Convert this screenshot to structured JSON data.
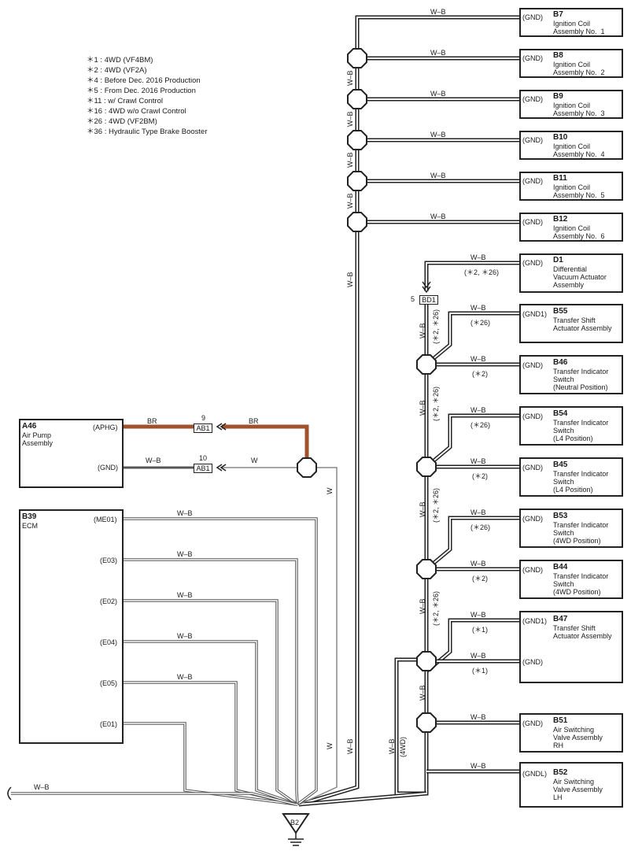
{
  "notes": [
    "＊1 : 4WD (VF4BM)",
    "＊2 : 4WD (VF2A)",
    "＊4 : Before Dec.  2016 Production",
    "＊5 : From Dec.  2016 Production",
    "＊11 : w/ Crawl Control",
    "＊16 : 4WD w/o Crawl Control",
    "＊26 : 4WD (VF2BM)",
    "＊36 : Hydraulic Type Brake Booster"
  ],
  "components": [
    {
      "id": "B7",
      "name": "Ignition Coil\nAssembly No.  1",
      "pins": [
        "(GND)"
      ]
    },
    {
      "id": "B8",
      "name": "Ignition Coil\nAssembly No.  2",
      "pins": [
        "(GND)"
      ]
    },
    {
      "id": "B9",
      "name": "Ignition Coil\nAssembly No.  3",
      "pins": [
        "(GND)"
      ]
    },
    {
      "id": "B10",
      "name": "Ignition Coil\nAssembly No.  4",
      "pins": [
        "(GND)"
      ]
    },
    {
      "id": "B11",
      "name": "Ignition Coil\nAssembly No.  5",
      "pins": [
        "(GND)"
      ]
    },
    {
      "id": "B12",
      "name": "Ignition Coil\nAssembly No.  6",
      "pins": [
        "(GND)"
      ]
    },
    {
      "id": "D1",
      "name": "Differential\nVacuum Actuator\nAssembly",
      "pins": [
        "(GND)"
      ]
    },
    {
      "id": "B55",
      "name": "Transfer Shift\nActuator Assembly",
      "pins": [
        "(GND1)"
      ]
    },
    {
      "id": "B46",
      "name": "Transfer Indicator\nSwitch\n(Neutral Position)",
      "pins": [
        "(GND)"
      ]
    },
    {
      "id": "B54",
      "name": "Transfer Indicator\nSwitch\n(L4 Position)",
      "pins": [
        "(GND)"
      ]
    },
    {
      "id": "B45",
      "name": "Transfer Indicator\nSwitch\n(L4 Position)",
      "pins": [
        "(GND)"
      ]
    },
    {
      "id": "B53",
      "name": "Transfer Indicator\nSwitch\n(4WD Position)",
      "pins": [
        "(GND)"
      ]
    },
    {
      "id": "B44",
      "name": "Transfer Indicator\nSwitch\n(4WD Position)",
      "pins": [
        "(GND)"
      ]
    },
    {
      "id": "B47",
      "name": "Transfer Shift\nActuator Assembly",
      "pins": [
        "(GND1)",
        "(GND)"
      ]
    },
    {
      "id": "B51",
      "name": "Air Switching\nValve Assembly\nRH",
      "pins": [
        "(GND)"
      ]
    },
    {
      "id": "B52",
      "name": "Air Switching\nValve Assembly\nLH",
      "pins": [
        "(GNDL)"
      ]
    },
    {
      "id": "A46",
      "name": "Air Pump\nAssembly",
      "pins": [
        "(APHG)",
        "(GND)"
      ]
    },
    {
      "id": "B39",
      "name": "ECM",
      "pins": [
        "(ME01)",
        "(E03)",
        "(E02)",
        "(E04)",
        "(E05)",
        "(E01)"
      ]
    }
  ],
  "wire_colors": {
    "wb": "W–B",
    "br": "BR",
    "w": "W"
  },
  "variant_labels": {
    "v226": "(＊2, ＊26)",
    "v26": "(＊26)",
    "v2": "(＊2)",
    "v1": "(＊1)",
    "v4wd": "(4WD)"
  },
  "connectors": {
    "ab1": "AB1",
    "ab1_pin_br": "9",
    "ab1_pin_w": "10",
    "bd1": "BD1",
    "bd1_pin": "5"
  },
  "ground": {
    "id": "B2"
  },
  "colors": {
    "brown_wire": "#a0522d",
    "line": "#222222"
  }
}
